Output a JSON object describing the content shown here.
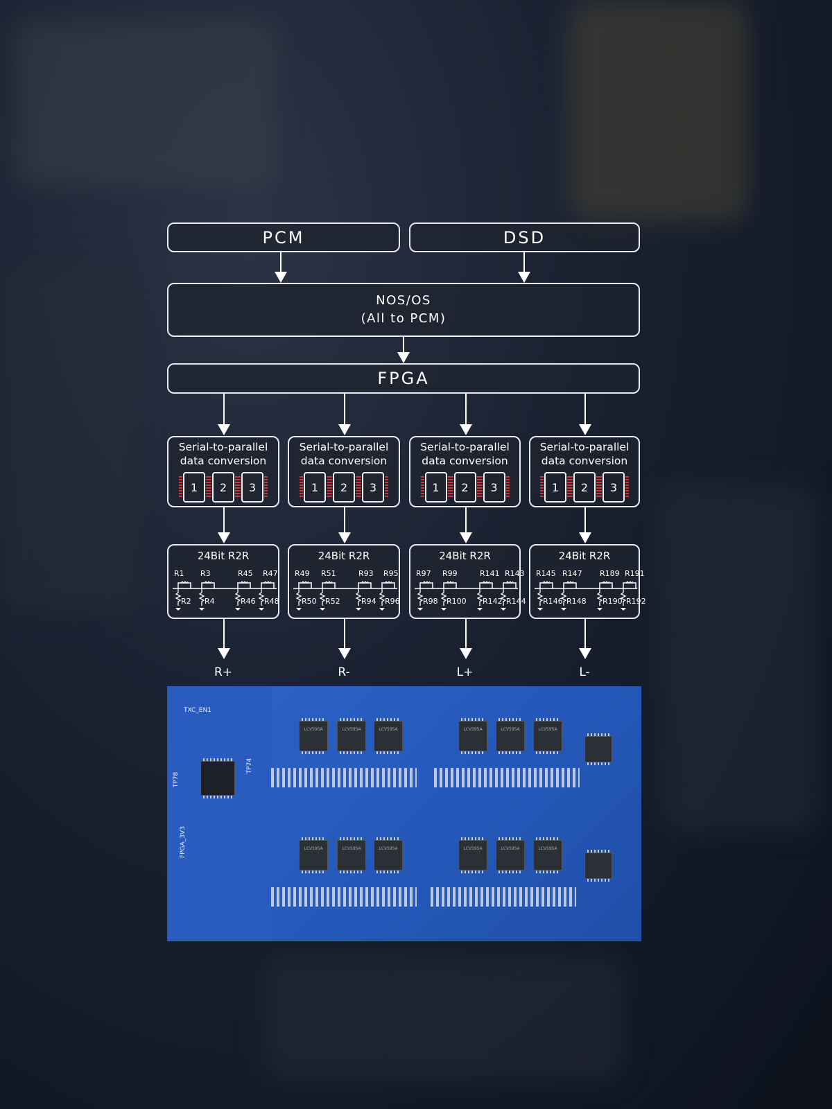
{
  "inputs": {
    "pcm": "PCM",
    "dsd": "DSD"
  },
  "nos": {
    "line1": "NOS/OS",
    "line2": "(All to PCM)"
  },
  "fpga": "FPGA",
  "columns": [
    {
      "conv_line1": "Serial-to-parallel",
      "conv_line2": "data conversion",
      "chips": [
        "1",
        "2",
        "3"
      ],
      "r2r_title": "24Bit R2R",
      "top_resistors": [
        "R1",
        "R3",
        "R45",
        "R47"
      ],
      "bottom_resistors": [
        "R2",
        "R4",
        "R46",
        "R48"
      ],
      "output": "R+"
    },
    {
      "conv_line1": "Serial-to-parallel",
      "conv_line2": "data conversion",
      "chips": [
        "1",
        "2",
        "3"
      ],
      "r2r_title": "24Bit R2R",
      "top_resistors": [
        "R49",
        "R51",
        "R93",
        "R95"
      ],
      "bottom_resistors": [
        "R50",
        "R52",
        "R94",
        "R96"
      ],
      "output": "R-"
    },
    {
      "conv_line1": "Serial-to-parallel",
      "conv_line2": "data conversion",
      "chips": [
        "1",
        "2",
        "3"
      ],
      "r2r_title": "24Bit R2R",
      "top_resistors": [
        "R97",
        "R99",
        "R141",
        "R143"
      ],
      "bottom_resistors": [
        "R98",
        "R100",
        "R142",
        "R144"
      ],
      "output": "L+"
    },
    {
      "conv_line1": "Serial-to-parallel",
      "conv_line2": "data conversion",
      "chips": [
        "1",
        "2",
        "3"
      ],
      "r2r_title": "24Bit R2R",
      "top_resistors": [
        "R145",
        "R147",
        "R189",
        "R191"
      ],
      "bottom_resistors": [
        "R146",
        "R148",
        "R190",
        "R192"
      ],
      "output": "L-"
    }
  ],
  "pcb_labels": {
    "txc": "TXC_EN1",
    "tp74": "TP74",
    "tp78": "TP78",
    "fpga3v3": "FPGA_3V3",
    "chip": "LCV595A"
  },
  "colors": {
    "pcb": "#2457b8",
    "chip_pins": "#d2343a"
  }
}
